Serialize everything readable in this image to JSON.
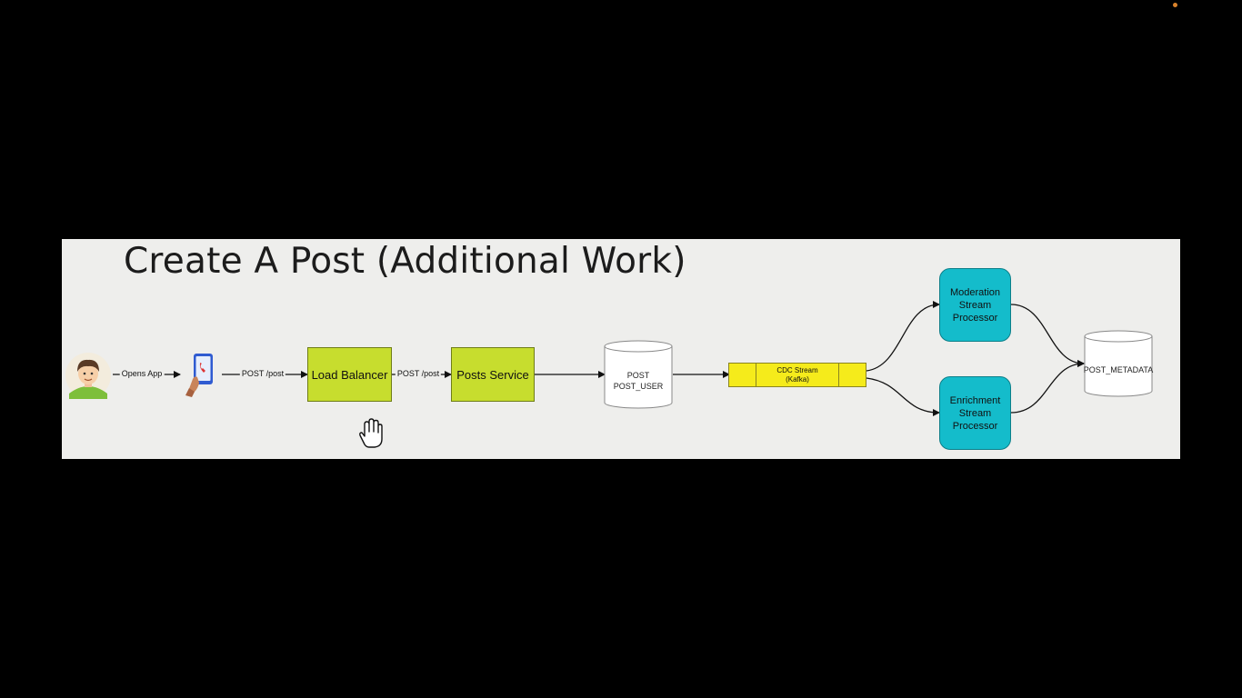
{
  "slide": {
    "title": "Create A Post (Additional Work)"
  },
  "nodes": {
    "user": {
      "icon": "user-avatar-icon"
    },
    "phone": {
      "icon": "phone-in-hand-icon"
    },
    "load_balancer": {
      "label": "Load Balancer"
    },
    "posts_service": {
      "label": "Posts Service"
    },
    "post_db": {
      "label": "POST\nPOST_USER"
    },
    "cdc_stream": {
      "label": "CDC Stream\n(Kafka)"
    },
    "moderation": {
      "label": "Moderation Stream Processor"
    },
    "enrichment": {
      "label": "Enrichment Stream Processor"
    },
    "metadata_db": {
      "label": "POST_METADATA"
    }
  },
  "edges": {
    "user_to_phone": "Opens App",
    "phone_to_lb": "POST /post",
    "lb_to_service": "POST /post"
  },
  "cursor": {
    "icon": "hand-cursor-icon"
  },
  "colors": {
    "service_box": "#c7dd2e",
    "processor_box": "#14bccb",
    "stream": "#f5eb1b",
    "slide_bg": "#eeeeec"
  }
}
